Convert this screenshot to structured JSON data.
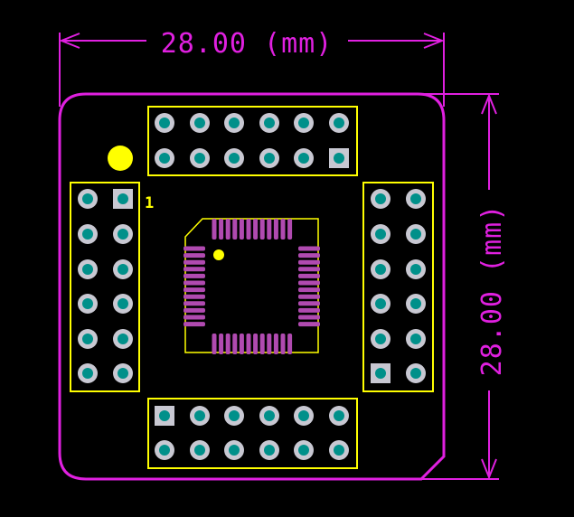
{
  "dimensions": {
    "horizontal": "28.00 (mm)",
    "vertical": "28.00 (mm)"
  },
  "pin1_label": "1",
  "colors": {
    "background": "#000000",
    "outline": "#e020e0",
    "silkscreen": "#ffff00",
    "pad_copper": "#c8c8d2",
    "via_core": "#00908a",
    "ic_pad": "#b04ab0"
  },
  "headers": {
    "top": {
      "columns": 6,
      "rows": 2,
      "square_pad": "bottom-right"
    },
    "bottom": {
      "columns": 6,
      "rows": 2,
      "square_pad": "top-left"
    },
    "left": {
      "columns": 2,
      "rows": 6,
      "square_pad": "top-right"
    },
    "right": {
      "columns": 2,
      "rows": 6,
      "square_pad": "bottom-left"
    }
  },
  "ic_footprint": {
    "pins_per_side": 12,
    "sides": 4
  }
}
